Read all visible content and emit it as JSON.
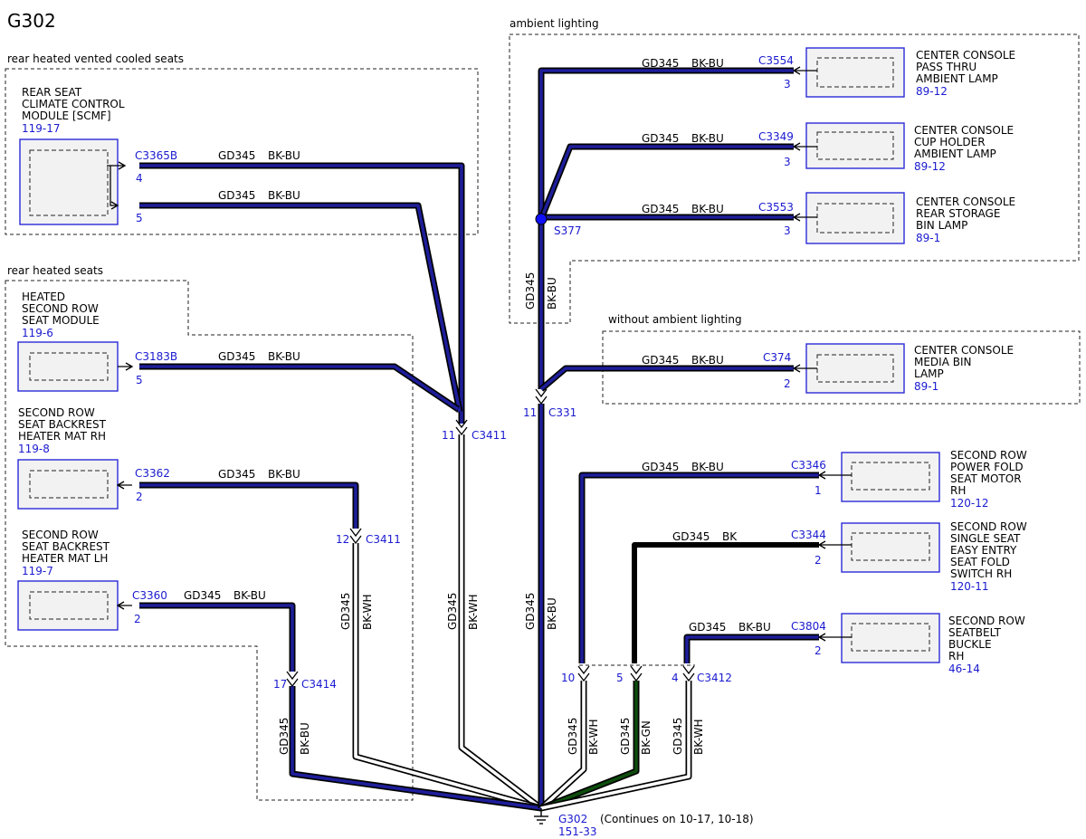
{
  "page_title": "G302",
  "colors": {
    "connector_text": "#1a1ad0",
    "wire_blue": "#1e1e9a",
    "wire_green": "#0d4d0d",
    "component_border": "#2a2ad8",
    "splice_dot": "#1010ff"
  },
  "regions": {
    "rear_hvc": "rear heated vented cooled seats",
    "rear_heated": "rear heated seats",
    "ambient": "ambient lighting",
    "no_ambient": "without ambient lighting"
  },
  "components": [
    {
      "id": "scmf",
      "lines": [
        "REAR SEAT",
        "CLIMATE CONTROL",
        "MODULE [SCMF]"
      ],
      "ref": "119-17"
    },
    {
      "id": "hsrsm",
      "lines": [
        "HEATED",
        "SECOND ROW",
        "SEAT MODULE"
      ],
      "ref": "119-6"
    },
    {
      "id": "mat_rh",
      "lines": [
        "SECOND ROW",
        "SEAT BACKREST",
        "HEATER MAT RH"
      ],
      "ref": "119-8"
    },
    {
      "id": "mat_lh",
      "lines": [
        "SECOND ROW",
        "SEAT BACKREST",
        "HEATER MAT LH"
      ],
      "ref": "119-7"
    },
    {
      "id": "pass_thru",
      "lines": [
        "CENTER CONSOLE",
        "PASS THRU",
        "AMBIENT LAMP"
      ],
      "ref": "89-12"
    },
    {
      "id": "cup_holder",
      "lines": [
        "CENTER CONSOLE",
        "CUP HOLDER",
        "AMBIENT LAMP"
      ],
      "ref": "89-12"
    },
    {
      "id": "rear_storage",
      "lines": [
        "CENTER CONSOLE",
        "REAR STORAGE",
        "BIN LAMP"
      ],
      "ref": "89-1"
    },
    {
      "id": "media_bin",
      "lines": [
        "CENTER CONSOLE",
        "MEDIA BIN",
        "LAMP"
      ],
      "ref": "89-1"
    },
    {
      "id": "power_fold",
      "lines": [
        "SECOND ROW",
        "POWER FOLD",
        "SEAT MOTOR",
        "RH"
      ],
      "ref": "120-12"
    },
    {
      "id": "easy_entry",
      "lines": [
        "SECOND ROW",
        "SINGLE SEAT",
        "EASY ENTRY",
        "SEAT FOLD",
        "SWITCH RH"
      ],
      "ref": "120-11"
    },
    {
      "id": "seatbelt",
      "lines": [
        "SECOND ROW",
        "SEATBELT",
        "BUCKLE",
        "RH"
      ],
      "ref": "46-14"
    }
  ],
  "wires": {
    "scmf_4": {
      "connector": "C3365B",
      "pin": "4",
      "circuit": "GD345",
      "color": "BK-BU"
    },
    "scmf_5": {
      "pin": "5",
      "circuit": "GD345",
      "color": "BK-BU"
    },
    "hsrsm": {
      "connector": "C3183B",
      "pin": "5",
      "circuit": "GD345",
      "color": "BK-BU"
    },
    "mat_rh": {
      "connector": "C3362",
      "pin": "2",
      "circuit": "GD345",
      "color": "BK-BU"
    },
    "mat_lh": {
      "connector": "C3360",
      "pin": "2",
      "circuit": "GD345",
      "color": "BK-BU"
    },
    "pass_thru": {
      "connector": "C3554",
      "pin": "3",
      "circuit": "GD345",
      "color": "BK-BU"
    },
    "cup_holder": {
      "connector": "C3349",
      "pin": "3",
      "circuit": "GD345",
      "color": "BK-BU"
    },
    "rear_storage": {
      "connector": "C3553",
      "pin": "3",
      "circuit": "GD345",
      "color": "BK-BU"
    },
    "media_bin": {
      "connector": "C374",
      "pin": "2",
      "circuit": "GD345",
      "color": "BK-BU"
    },
    "power_fold": {
      "connector": "C3346",
      "pin": "1",
      "circuit": "GD345",
      "color": "BK-BU"
    },
    "easy_entry": {
      "connector": "C3344",
      "pin": "2",
      "circuit": "GD345",
      "color": "BK"
    },
    "seatbelt": {
      "connector": "C3804",
      "pin": "2",
      "circuit": "GD345",
      "color": "BK-BU"
    },
    "s377_down": {
      "circuit": "GD345",
      "color": "BK-BU"
    }
  },
  "inline_connectors": {
    "c3411_a": {
      "name": "C3411",
      "pin": "11",
      "circuit": "GD345",
      "color": "BK-WH"
    },
    "c3411_b": {
      "name": "C3411",
      "pin": "12",
      "circuit": "GD345",
      "color": "BK-WH"
    },
    "c3414": {
      "name": "C3414",
      "pin": "17",
      "circuit": "GD345",
      "color": "BK-BU"
    },
    "c331": {
      "name": "C331",
      "pin": "11",
      "circuit": "GD345",
      "color": "BK-BU"
    },
    "c3412_10": {
      "name": "C3412",
      "pin": "10",
      "circuit": "GD345",
      "color": "BK-WH"
    },
    "c3412_5": {
      "pin": "5",
      "circuit": "GD345",
      "color": "BK-GN"
    },
    "c3412_4": {
      "pin": "4",
      "circuit": "GD345",
      "color": "BK-WH"
    }
  },
  "splice": {
    "name": "S377"
  },
  "ground": {
    "name": "G302",
    "ref": "151-33",
    "note": "(Continues on 10-17, 10-18)"
  }
}
